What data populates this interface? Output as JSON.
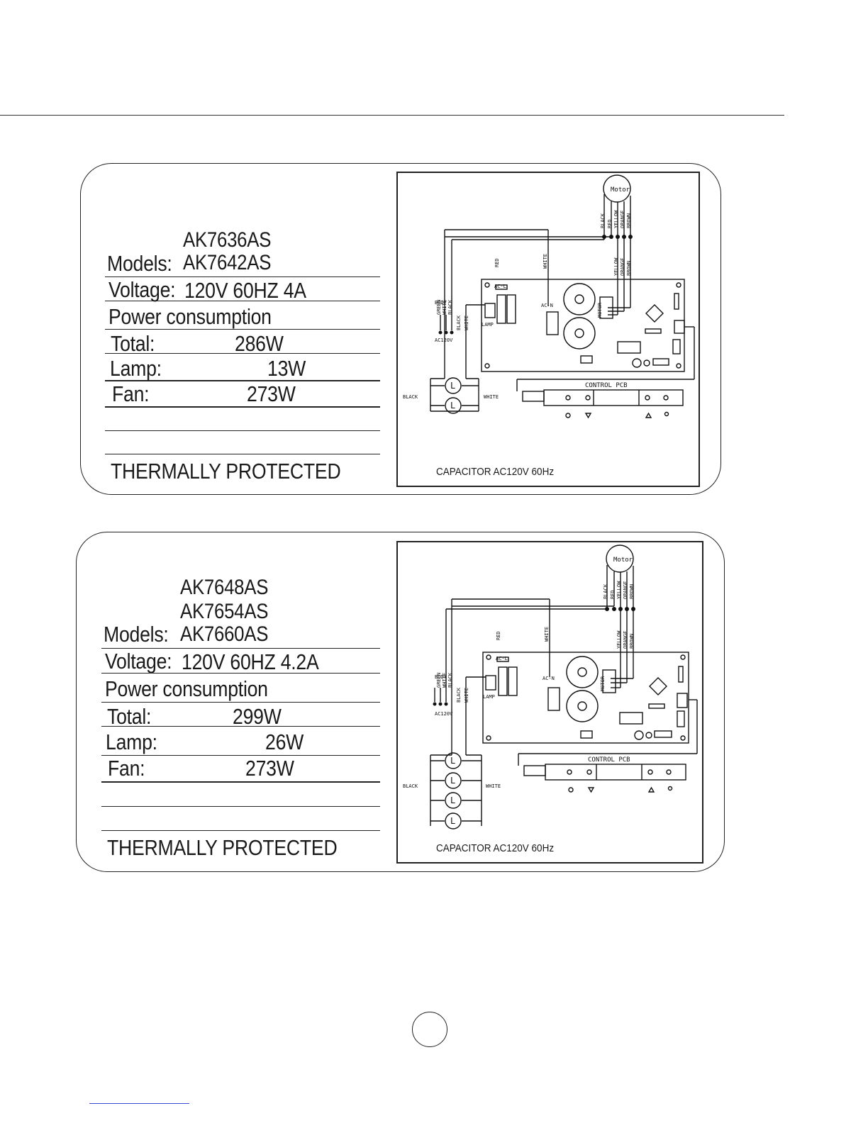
{
  "panels": [
    {
      "models_label": "Models:",
      "models": [
        "AK7636AS",
        "AK7642AS"
      ],
      "voltage_label": "Voltage:",
      "voltage_value": "120V   60HZ   4A",
      "power_heading": "Power consumption",
      "total_label": "Total:",
      "total_value": "286W",
      "lamp_label": "Lamp:",
      "lamp_value": "13W",
      "fan_label": "Fan:",
      "fan_value": "273W",
      "thermal_note": "THERMALLY PROTECTED",
      "diagram": {
        "motor_label": "Motor",
        "motor_wires": [
          "BLACK",
          "RED",
          "YELLOW",
          "ORANGE",
          "BROWN"
        ],
        "red_label": "RED",
        "white_label": "WHITE",
        "pcb_motor_wires": [
          "YELLOW",
          "ORANGE",
          "BROWN"
        ],
        "input_wires": [
          "BODY",
          "GREEN",
          "WHITE",
          "BLACK"
        ],
        "lamp_wires": [
          "BLACK",
          "WHITE"
        ],
        "ac_l_label": "AC-L",
        "ac_n_label": "AC-N",
        "lamp_label": "LAMP",
        "motor_conn_label": "MOTOR",
        "ac120v_label": "AC120V",
        "control_pcb_label": "CONTROL  PCB",
        "lamp_symbol": "L",
        "lamp_count": 2,
        "black_label": "BLACK",
        "white_side_label": "WHITE",
        "capacitor_note": "CAPACITOR   AC120V 60Hz"
      }
    },
    {
      "models_label": "Models:",
      "models": [
        "AK7648AS",
        "AK7654AS",
        "AK7660AS"
      ],
      "voltage_label": "Voltage:",
      "voltage_value": "120V   60HZ   4.2A",
      "power_heading": "Power consumption",
      "total_label": "Total:",
      "total_value": "299W",
      "lamp_label": "Lamp:",
      "lamp_value": "26W",
      "fan_label": "Fan:",
      "fan_value": "273W",
      "thermal_note": "THERMALLY PROTECTED",
      "diagram": {
        "motor_label": "Motor",
        "motor_wires": [
          "BLACK",
          "RED",
          "YELLOW",
          "ORANGE",
          "BROWN"
        ],
        "red_label": "RED",
        "white_label": "WHITE",
        "pcb_motor_wires": [
          "YELLOW",
          "ORANGE",
          "BROWN"
        ],
        "input_wires": [
          "BODY",
          "GREEN",
          "WHITE",
          "BLACK"
        ],
        "lamp_wires": [
          "BLACK",
          "WHITE"
        ],
        "ac_l_label": "AC-L",
        "ac_n_label": "AC-N",
        "lamp_label": "LAMP",
        "motor_conn_label": "MOTOR",
        "ac120v_label": "AC120V",
        "control_pcb_label": "CONTROL  PCB",
        "lamp_symbol": "L",
        "lamp_count": 4,
        "black_label": "BLACK",
        "white_side_label": "WHITE",
        "capacitor_note": "CAPACITOR   AC120V 60Hz"
      }
    }
  ]
}
